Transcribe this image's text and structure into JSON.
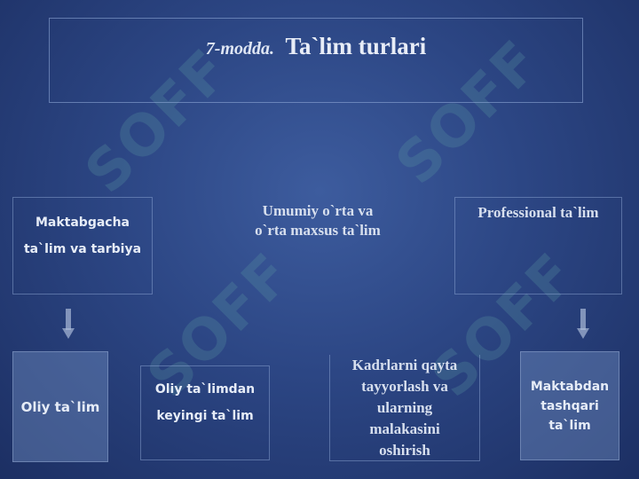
{
  "title": {
    "prefix": "7-modda.",
    "main": "Ta`lim turlari"
  },
  "top_row": {
    "preschool": [
      "Maktabgacha",
      "ta`lim va tarbiya"
    ],
    "general_secondary": [
      "Umumiy o`rta va",
      "o`rta maxsus ta`lim"
    ],
    "professional": "Professional ta`lim"
  },
  "bottom_row": {
    "higher": "Oliy ta`lim",
    "postgraduate": [
      "Oliy ta`limdan",
      "keyingi ta`lim"
    ],
    "retraining": [
      "Kadrlarni qayta",
      "tayyorlash va",
      "ularning",
      "malakasini",
      "oshirish"
    ],
    "extracurricular": [
      "Maktabdan",
      "tashqari",
      "ta`lim"
    ]
  },
  "watermark": "SOFF"
}
